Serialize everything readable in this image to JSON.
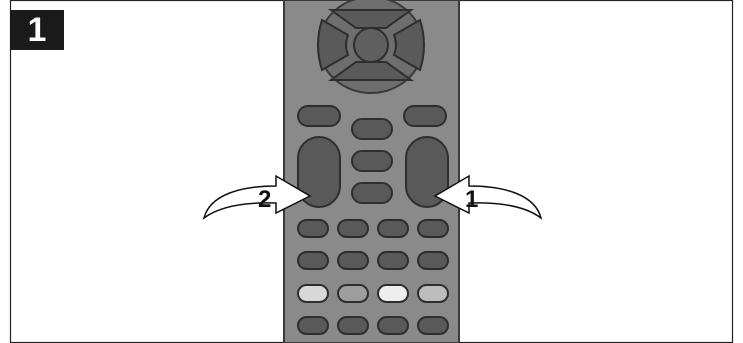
{
  "step": {
    "number": "1"
  },
  "callouts": [
    {
      "label": "1",
      "target": "right-tall-button"
    },
    {
      "label": "2",
      "target": "left-tall-button"
    }
  ],
  "colors": {
    "remote_body": "#8a8a8a",
    "remote_border": "#3a3a3a",
    "button_dark": "#595959",
    "button_light": "#d8d8d8",
    "button_mid": "#9d9d9d",
    "badge": "#1a1a1a"
  },
  "icons": [
    "dpad-icon",
    "curved-arrow-icon"
  ]
}
